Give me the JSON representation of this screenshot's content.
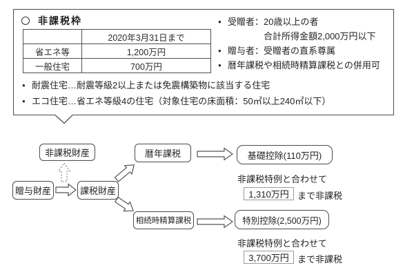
{
  "colors": {
    "line": "#4a4a4a",
    "light_border": "#9a9a9a",
    "text": "#242424",
    "background": "#ffffff"
  },
  "ui": {
    "bullet": "●"
  },
  "info_box": {
    "marker": "○",
    "title": "非課税枠",
    "table": {
      "header": [
        "",
        "2020年3月31日まで"
      ],
      "rows": [
        [
          "省エネ等",
          "1,200万円"
        ],
        [
          "一般住宅",
          "700万円"
        ]
      ]
    },
    "conditions": [
      "受贈者：20歳以上の者",
      "合計所得金額2,000万円以下",
      "贈与者：受贈者の直系尊属",
      "暦年課税や相続時精算課税との併用可"
    ],
    "notes": [
      "耐震住宅…耐震等級2以上または免震構築物に該当する住宅",
      "エコ住宅…省エネ等級4の住宅（対象住宅の床面積：50㎡以上240㎡以下）"
    ]
  },
  "diagram": {
    "nodes": {
      "nontaxable_property": "非課税財産",
      "gift_property": "贈与財産",
      "taxable_property": "課税財産",
      "calendar_year_taxation": "暦年課税",
      "settlement_at_inheritance": "相続時精算課税",
      "basic_deduction": "基礎控除(110万円)",
      "special_deduction": "特別控除(2,500万円)"
    },
    "calendar_note": {
      "intro": "非課税特例と合わせて",
      "amount": "1,310万円",
      "suffix": "まで非課税"
    },
    "settlement_note": {
      "intro": "非課税特例と合わせて",
      "amount": "3,700万円",
      "suffix": "まで非課税"
    }
  }
}
